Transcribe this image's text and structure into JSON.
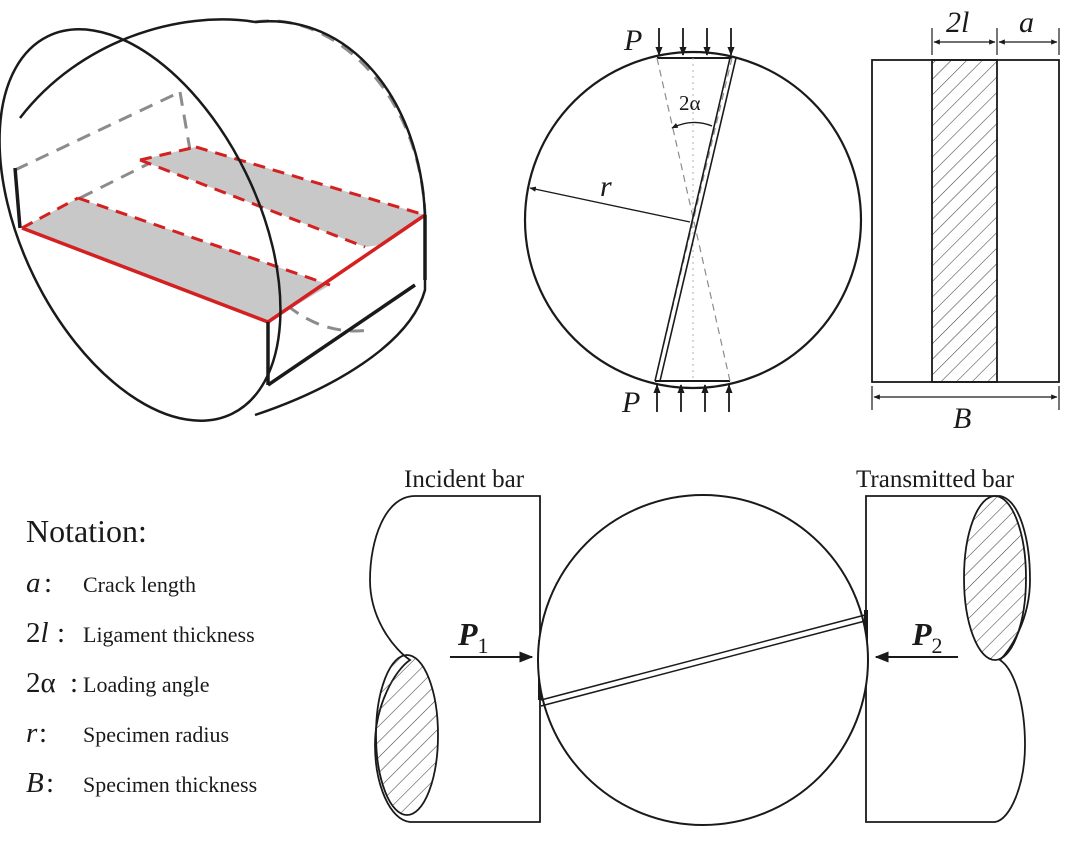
{
  "colors": {
    "outline": "#1a1a1a",
    "crack_red": "#d42020",
    "hidden_gray": "#8c8c8c",
    "face_fill": "#c8c8c8",
    "hatch": "#404040"
  },
  "section": {
    "load_symbol_top": "P",
    "load_symbol_bottom": "P",
    "angle_label": "2α",
    "radius_label": "r"
  },
  "side_view": {
    "ligament_label": "2l",
    "crack_label": "a",
    "thickness_label": "B"
  },
  "shpb": {
    "incident_label": "Incident bar",
    "transmitted_label": "Transmitted bar",
    "p1_symbol": "P",
    "p1_sub": "1",
    "p2_symbol": "P",
    "p2_sub": "2"
  },
  "notation": {
    "title": "Notation:",
    "items": [
      {
        "symbol": "a",
        "sep": ":",
        "desc": "Crack length"
      },
      {
        "symbol": "2l",
        "sep": ":",
        "desc": "Ligament thickness"
      },
      {
        "symbol": "2α",
        "sep": ":",
        "desc": "Loading angle"
      },
      {
        "symbol": "r",
        "sep": ":",
        "desc": "Specimen radius"
      },
      {
        "symbol": "B",
        "sep": ":",
        "desc": "Specimen thickness"
      }
    ]
  }
}
